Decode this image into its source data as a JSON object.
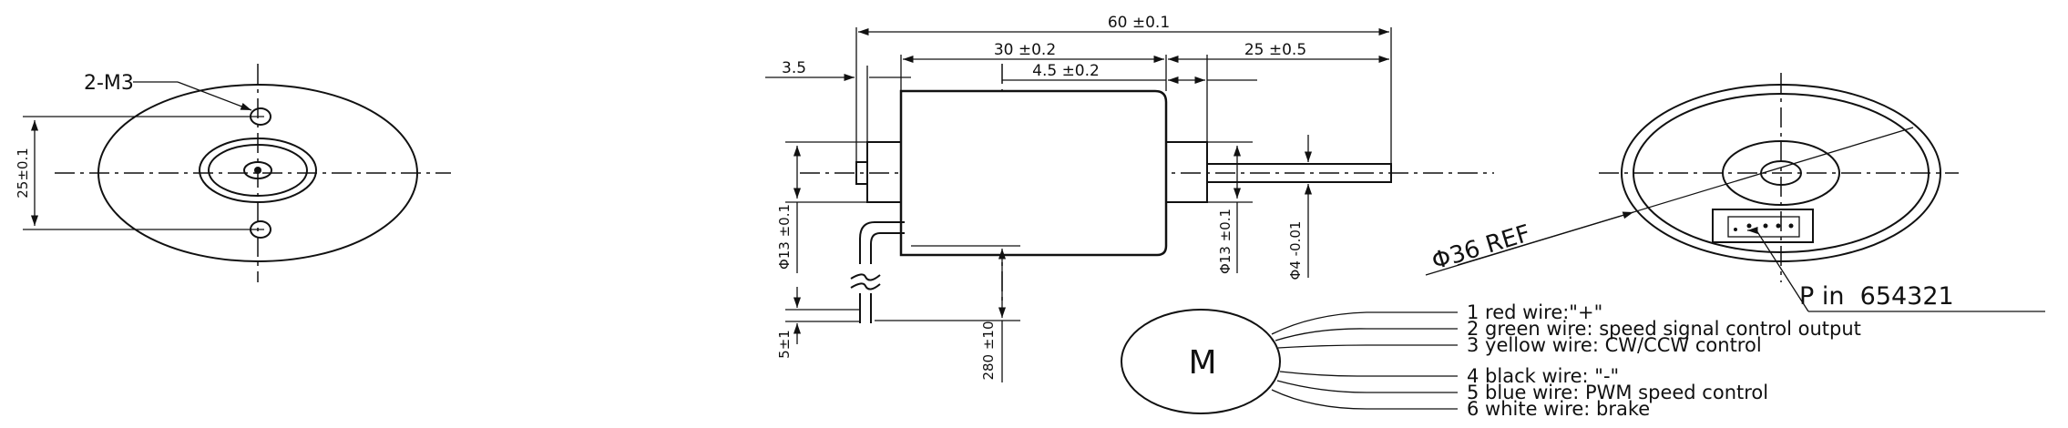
{
  "left_view": {
    "hole_label": "2-M3",
    "height_dim": "25±0.1"
  },
  "side_view": {
    "overall_length": "60 ±0.1",
    "body_length": "30 ±0.2",
    "shaft_length": "25 ±0.5",
    "flange_offset": "3.5",
    "flange_width": "4.5 ±0.2",
    "left_diameter": "Φ13 ±0.1",
    "right_diameter": "Φ13 ±0.1",
    "shaft_diameter": "Φ4 -0.01",
    "cable_dim": "5±1",
    "cable_length": "280 ±10"
  },
  "right_view": {
    "ref_diameter": "Φ36 REF",
    "pin_label": "P in  654321"
  },
  "schematic": {
    "motor_symbol": "M",
    "wires": [
      "1 red wire:\"+\"",
      "2 green wire: speed signal control output",
      "3 yellow wire: CW/CCW control",
      "4 black wire: \"-\"",
      "5 blue wire: PWM speed control",
      "6 white wire: brake"
    ]
  }
}
